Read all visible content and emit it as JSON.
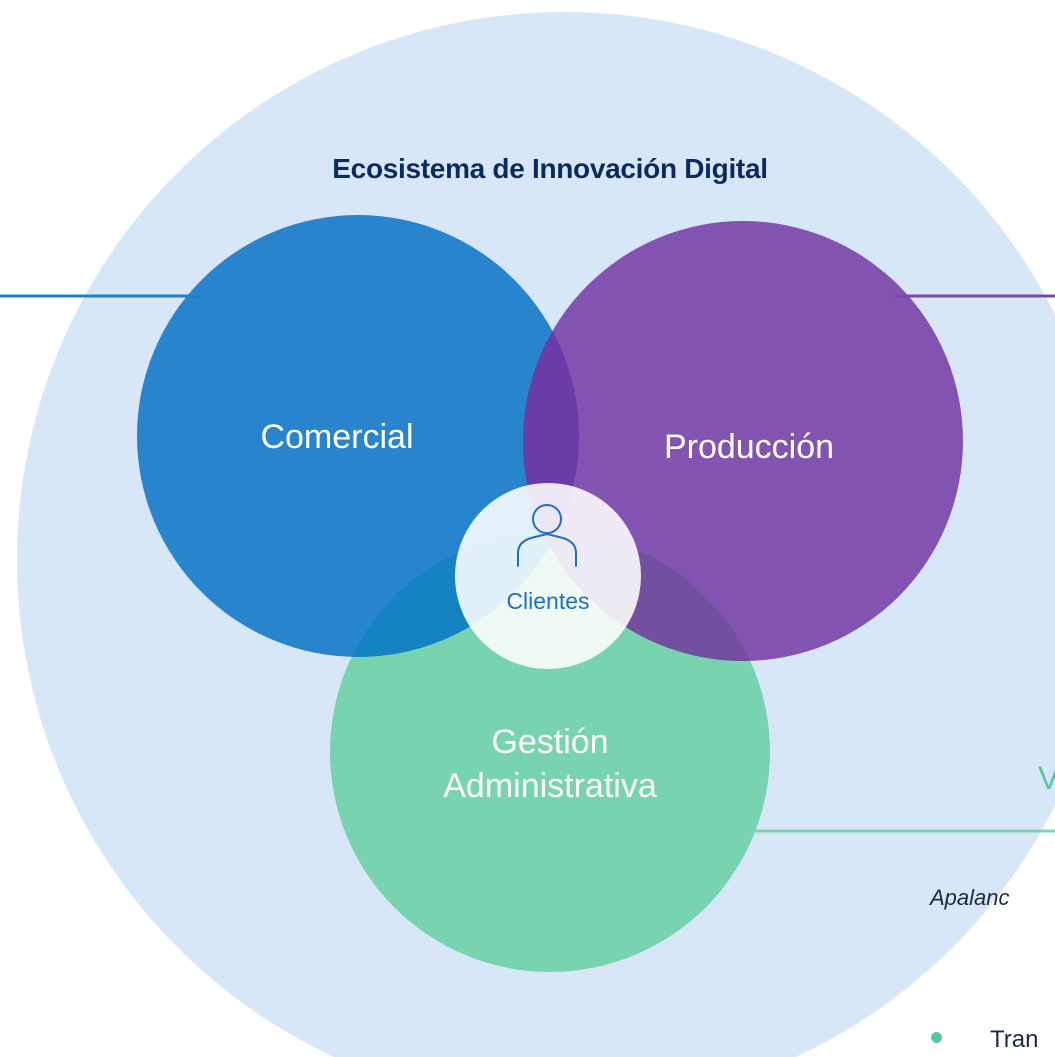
{
  "diagram": {
    "ecosystem_title": "Ecosistema de Innovación Digital",
    "circles": [
      {
        "id": "comercial",
        "label": "Comercial",
        "color": "#1f7fca"
      },
      {
        "id": "produccion",
        "label": "Producción",
        "color": "#7c47ab"
      },
      {
        "id": "gestion",
        "label": "Gestión Administrativa",
        "color": "#78d4ae"
      }
    ],
    "center": {
      "label": "Clientes",
      "icon": "person-icon",
      "color": "#1f6fc4"
    },
    "background_color": "#d8e7f8"
  },
  "side_text": {
    "heading_fragment": "V",
    "subheading_fragment": "Apalanc",
    "bullet_fragment": "Tran"
  },
  "colors": {
    "comercial_line": "#1f7fca",
    "produccion_line": "#7c47ab",
    "gestion_line": "#78d4ae",
    "title": "#0b2a5e"
  }
}
